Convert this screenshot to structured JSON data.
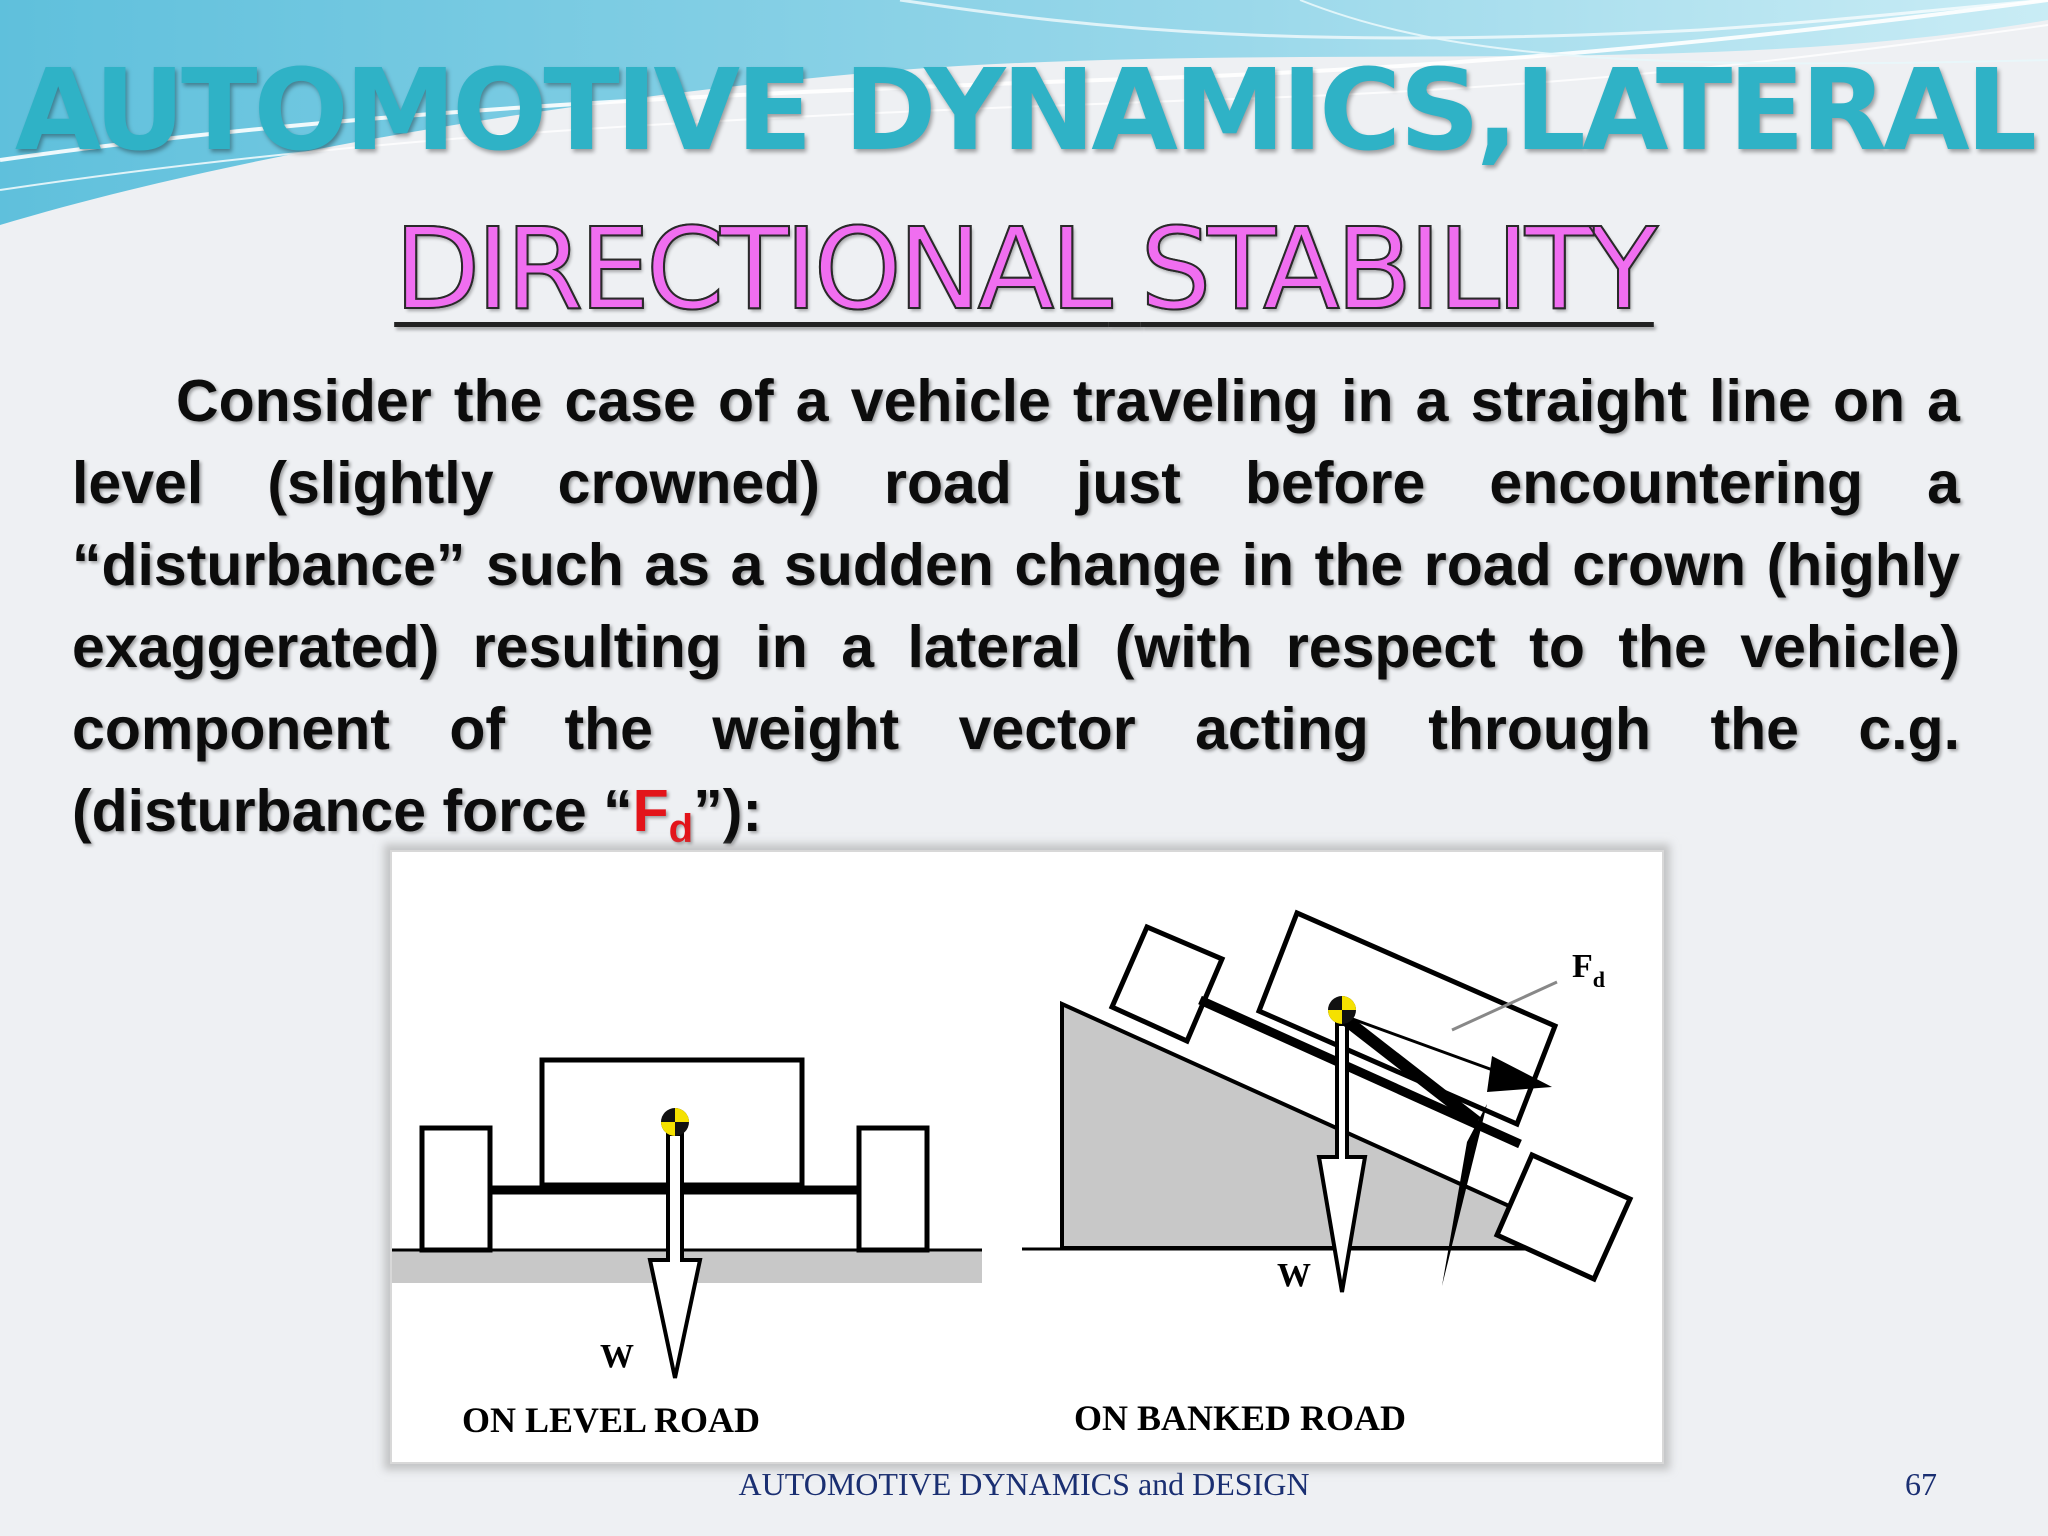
{
  "slide": {
    "title_line1": "AUTOMOTIVE DYNAMICS,LATERAL",
    "title_line2_word1": "DIRECTIONAL",
    "title_line2_word2": "STABILITY",
    "body_text": "Consider the case of a vehicle traveling in a straight line on a level (slightly crowned) road just before encountering a “disturbance” such as a sudden change in the road crown (highly exaggerated) resulting in a lateral (with respect to the vehicle) component of the weight vector acting through the c.g. (disturbance force “",
    "force_symbol": "F",
    "force_subscript": "d",
    "body_end": "”):"
  },
  "figure": {
    "level_weight_label": "W",
    "level_caption": "ON LEVEL ROAD",
    "banked_weight_label": "W",
    "banked_force_symbol": "F",
    "banked_force_subscript": "d",
    "banked_caption": "ON BANKED ROAD"
  },
  "footer": {
    "text": "AUTOMOTIVE DYNAMICS and DESIGN",
    "page_number": "67"
  },
  "colors": {
    "title": "#2fb2c6",
    "subtitle": "#f06ef0",
    "force": "#e3141a",
    "footer": "#1a2f72"
  }
}
